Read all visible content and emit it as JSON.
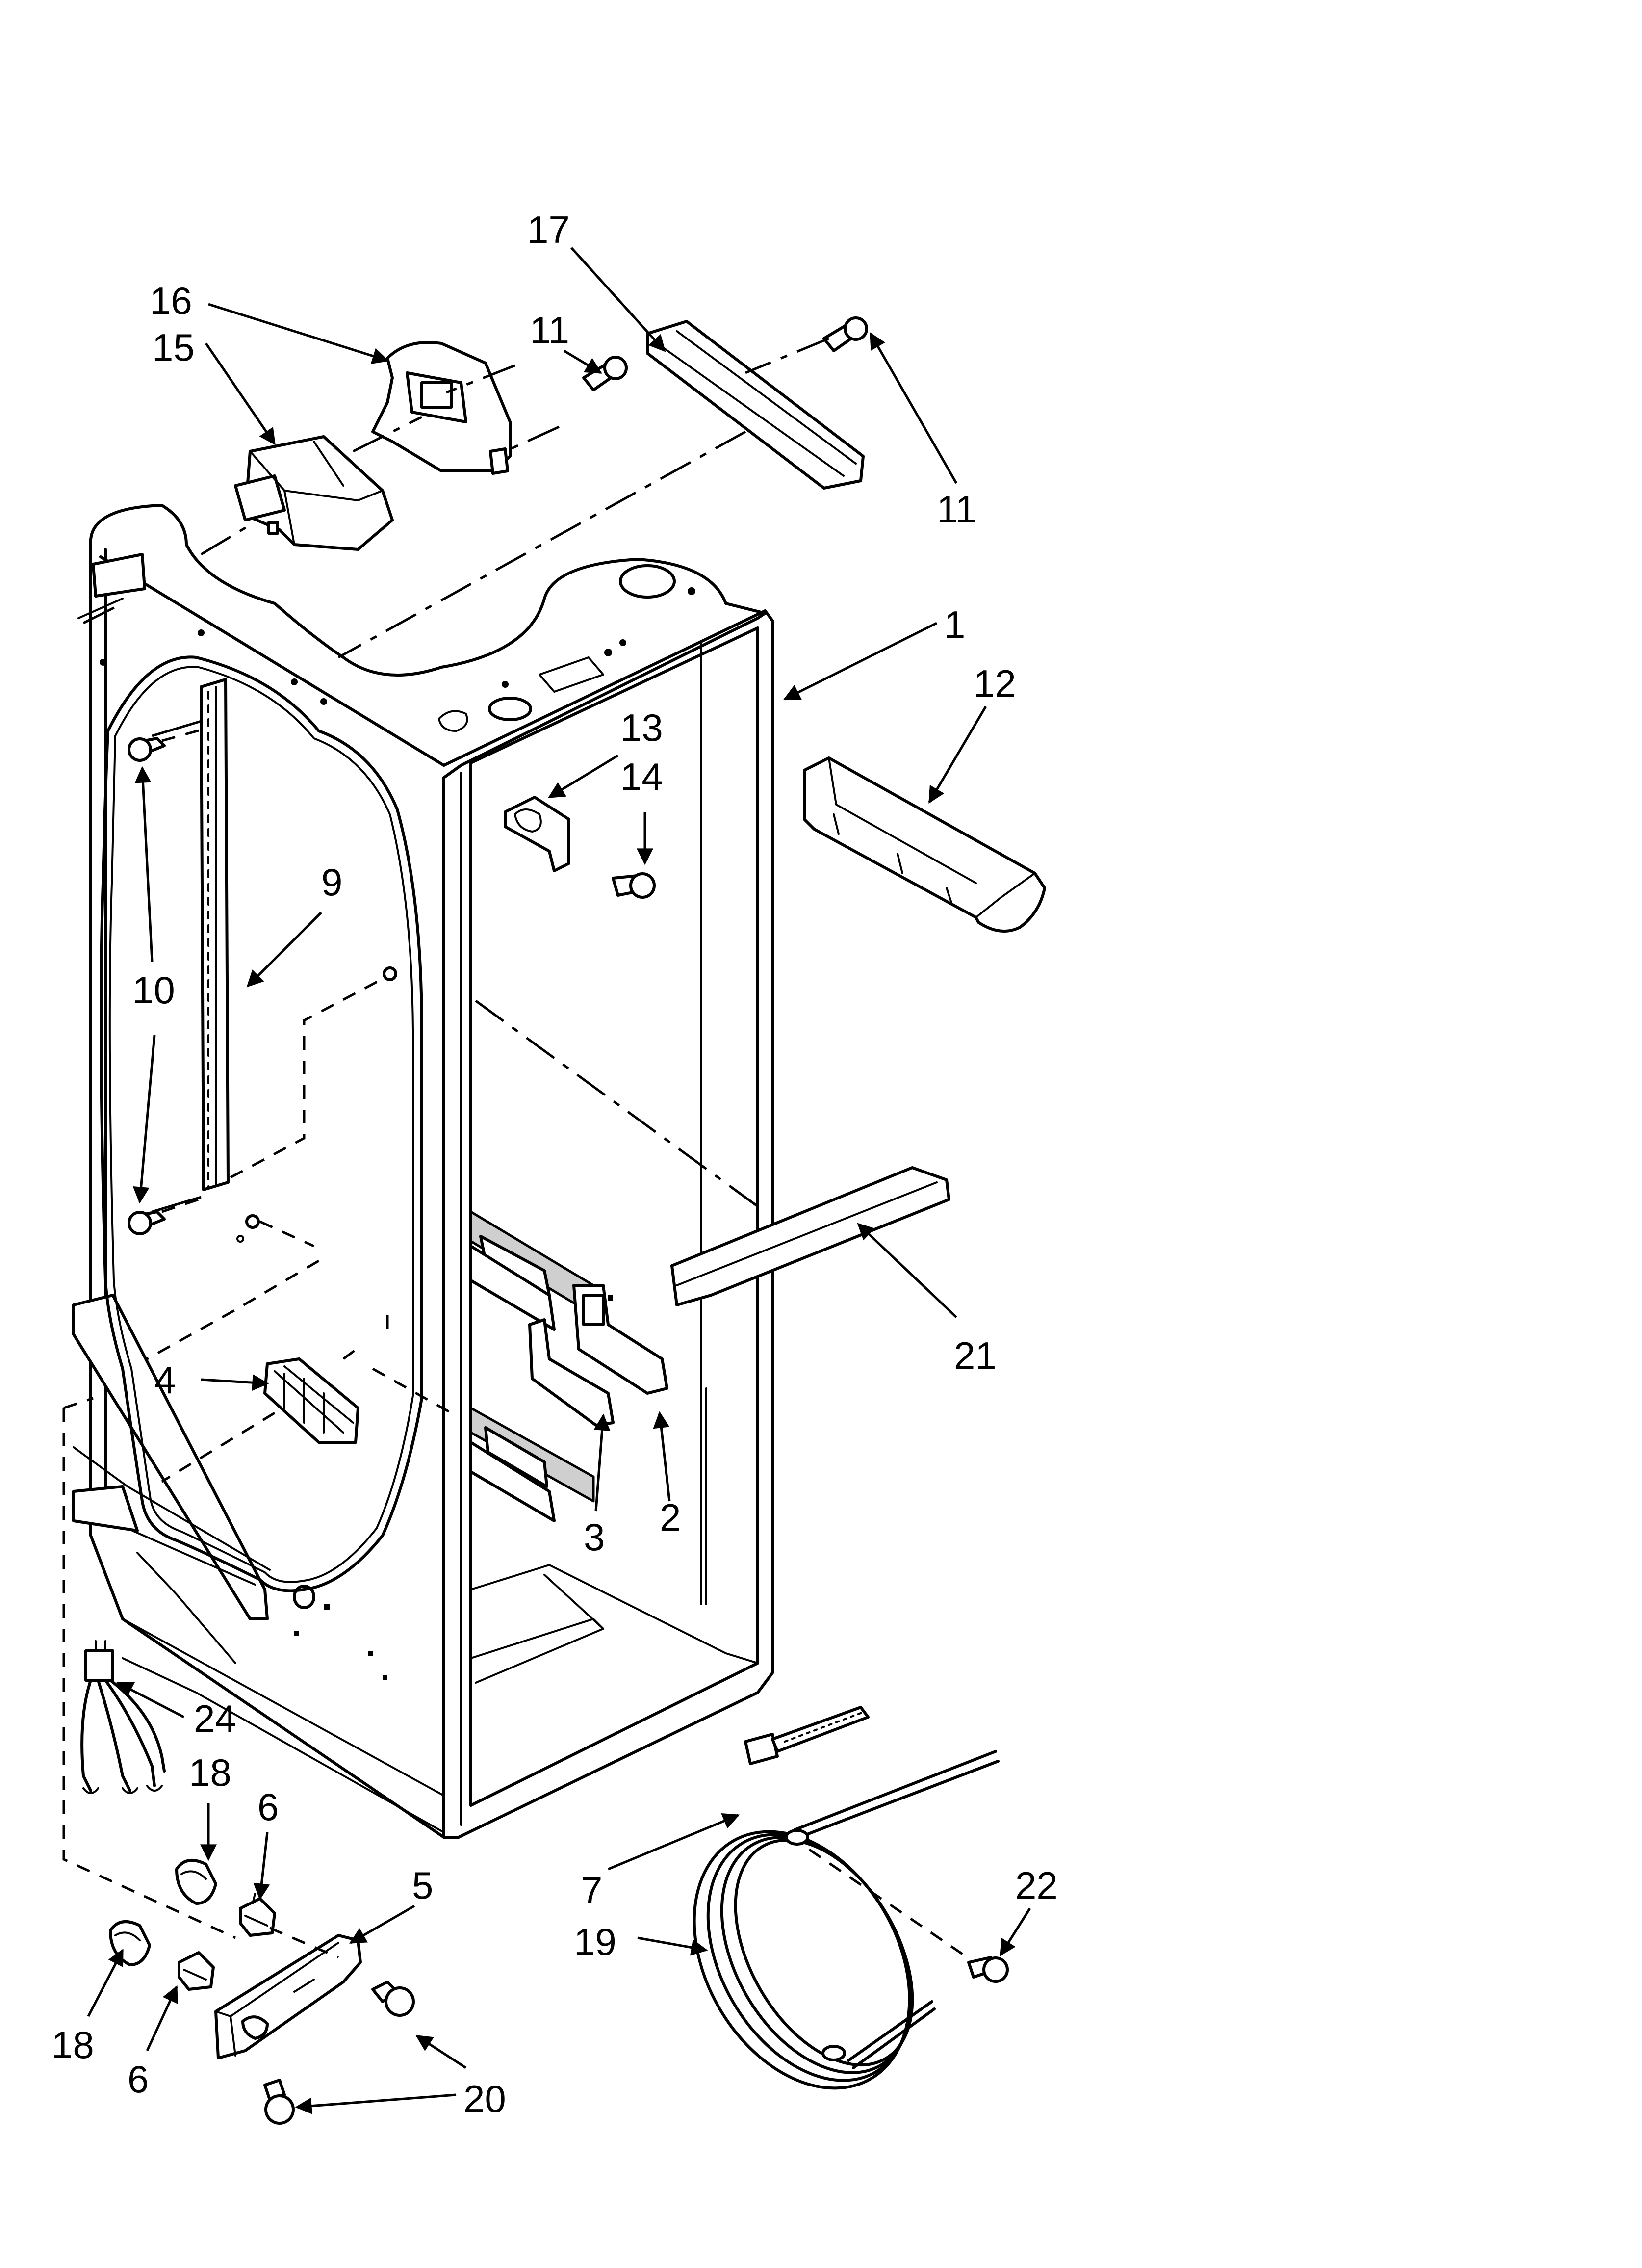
{
  "callouts": [
    {
      "id": "c17a",
      "label": "17"
    },
    {
      "id": "c16",
      "label": "16"
    },
    {
      "id": "c11a",
      "label": "11"
    },
    {
      "id": "c15",
      "label": "15"
    },
    {
      "id": "c11b",
      "label": "11"
    },
    {
      "id": "c1",
      "label": "1"
    },
    {
      "id": "c12",
      "label": "12"
    },
    {
      "id": "c13",
      "label": "13"
    },
    {
      "id": "c14",
      "label": "14"
    },
    {
      "id": "c9",
      "label": "9"
    },
    {
      "id": "c10",
      "label": "10"
    },
    {
      "id": "c21",
      "label": "21"
    },
    {
      "id": "c4",
      "label": "4"
    },
    {
      "id": "c3",
      "label": "3"
    },
    {
      "id": "c2",
      "label": "2"
    },
    {
      "id": "c24",
      "label": "24"
    },
    {
      "id": "c18a",
      "label": "18"
    },
    {
      "id": "c6a",
      "label": "6"
    },
    {
      "id": "c5",
      "label": "5"
    },
    {
      "id": "c7",
      "label": "7"
    },
    {
      "id": "c22",
      "label": "22"
    },
    {
      "id": "c19",
      "label": "19"
    },
    {
      "id": "c18b",
      "label": "18"
    },
    {
      "id": "c6b",
      "label": "6"
    },
    {
      "id": "c20",
      "label": "20"
    }
  ]
}
